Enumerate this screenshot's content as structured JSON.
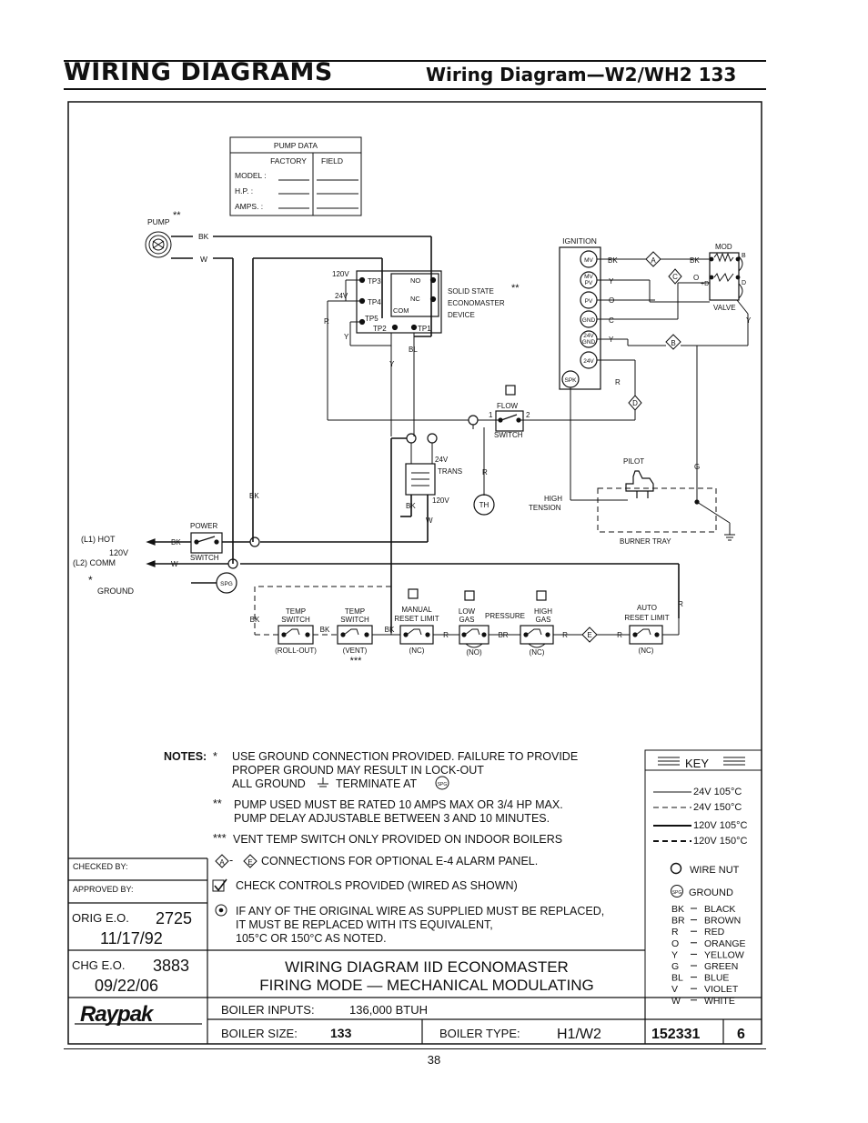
{
  "page": {
    "title": "WIRING DIAGRAMS",
    "subtitle": "Wiring Diagram—W2/WH2 133",
    "page_number": "38"
  },
  "pump_data": {
    "header": "PUMP DATA",
    "col_factory": "FACTORY",
    "col_field": "FIELD",
    "rows": [
      "MODEL :",
      "H.P. :",
      "AMPS. :"
    ]
  },
  "labels": {
    "pump": "PUMP",
    "pump_stars": "**",
    "bk": "BK",
    "w": "W",
    "r": "R",
    "y": "Y",
    "bl": "BL",
    "o": "O",
    "c": "C",
    "g": "G",
    "br": "BR",
    "v120": "120V",
    "v24": "24V",
    "tp3": "TP3",
    "tp4": "TP4",
    "tp5": "TP5",
    "tp2": "TP2",
    "tp1": "TP1",
    "no": "NO",
    "nc": "NC",
    "com": "COM",
    "economaster": [
      "SOLID STATE",
      "ECONOMASTER",
      "DEVICE"
    ],
    "economaster_stars": "**",
    "ignition": "IGNITION",
    "mv": "MV",
    "mvpv": [
      "MV",
      "PV"
    ],
    "pv": "PV",
    "gnd": "GND",
    "v24gnd": [
      "24V",
      "GND"
    ],
    "spk": "SPK",
    "mod": "MOD",
    "valve": "VALVE",
    "b": "B",
    "d": "D",
    "plus_d": "+D",
    "flow": "FLOW",
    "switch": "SWITCH",
    "one": "1",
    "two": "2",
    "trans": "TRANS",
    "pilot": "PILOT",
    "high_tension": [
      "HIGH",
      "TENSION"
    ],
    "burner_tray": "BURNER TRAY",
    "th": "TH",
    "l1_hot": "(L1) HOT",
    "l2_comm": "(L2) COMM",
    "v120b": "120V",
    "ground": "GROUND",
    "ground_star": "*",
    "power": "POWER",
    "spg": "SPG",
    "alarm_a": "A",
    "alarm_b": "B",
    "alarm_c": "C",
    "alarm_d": "D",
    "alarm_e": "E",
    "temp_switch": [
      "TEMP",
      "SWITCH"
    ],
    "roll_out": "(ROLL-OUT)",
    "vent": "(VENT)",
    "vent_stars": "***",
    "manual_reset": [
      "MANUAL",
      "RESET LIMIT"
    ],
    "nc_paren": "(NC)",
    "no_paren": "(NO)",
    "low_gas": [
      "LOW",
      "GAS"
    ],
    "pressure": "PRESSURE",
    "high_gas": [
      "HIGH",
      "GAS"
    ],
    "auto_reset": [
      "AUTO",
      "RESET LIMIT"
    ]
  },
  "notes": {
    "heading": "NOTES:",
    "n1_mark": "*",
    "n1": [
      "USE GROUND CONNECTION PROVIDED. FAILURE TO PROVIDE",
      "PROPER GROUND MAY RESULT IN LOCK-OUT",
      "ALL GROUND",
      "TERMINATE AT"
    ],
    "n2_mark": "**",
    "n2": [
      "PUMP USED MUST BE RATED 10 AMPS MAX OR 3/4 HP MAX.",
      "PUMP DELAY ADJUSTABLE BETWEEN 3 AND 10 MINUTES."
    ],
    "n3_mark": "***",
    "n3": "VENT TEMP SWITCH ONLY PROVIDED ON INDOOR BOILERS",
    "n4_dash": "-",
    "n4": "CONNECTIONS FOR OPTIONAL E-4 ALARM PANEL.",
    "n5": "CHECK CONTROLS PROVIDED (WIRED AS SHOWN)",
    "n6": [
      "IF ANY OF THE ORIGINAL WIRE AS SUPPLIED MUST BE REPLACED,",
      "IT MUST BE REPLACED WITH ITS EQUIVALENT,",
      "105°C OR 150°C AS NOTED."
    ]
  },
  "key": {
    "title": "KEY",
    "lines": [
      "24V 105°C",
      "24V 150°C",
      "120V 105°C",
      "120V 150°C"
    ],
    "wire_nut": "WIRE NUT",
    "ground": "GROUND",
    "colors": [
      [
        "BK",
        "BLACK"
      ],
      [
        "BR",
        "BROWN"
      ],
      [
        "R",
        "RED"
      ],
      [
        "O",
        "ORANGE"
      ],
      [
        "Y",
        "YELLOW"
      ],
      [
        "G",
        "GREEN"
      ],
      [
        "BL",
        "BLUE"
      ],
      [
        "V",
        "VIOLET"
      ],
      [
        "W",
        "WHITE"
      ]
    ]
  },
  "title_block": {
    "checked_by": "CHECKED BY:",
    "approved_by": "APPROVED BY:",
    "orig_eo_label": "ORIG E.O.",
    "orig_eo": "2725",
    "orig_date": "11/17/92",
    "chg_eo_label": "CHG E.O.",
    "chg_eo": "3883",
    "chg_date": "09/22/06",
    "logo": "Raypak",
    "drawing_title": [
      "WIRING DIAGRAM IID ECONOMASTER",
      "FIRING MODE — MECHANICAL MODULATING"
    ],
    "boiler_inputs_label": "BOILER INPUTS:",
    "boiler_inputs": "136,000 BTUH",
    "boiler_size_label": "BOILER SIZE:",
    "boiler_size": "133",
    "boiler_type_label": "BOILER TYPE:",
    "boiler_type": "H1/W2",
    "drawing_no": "152331",
    "revision": "6"
  }
}
